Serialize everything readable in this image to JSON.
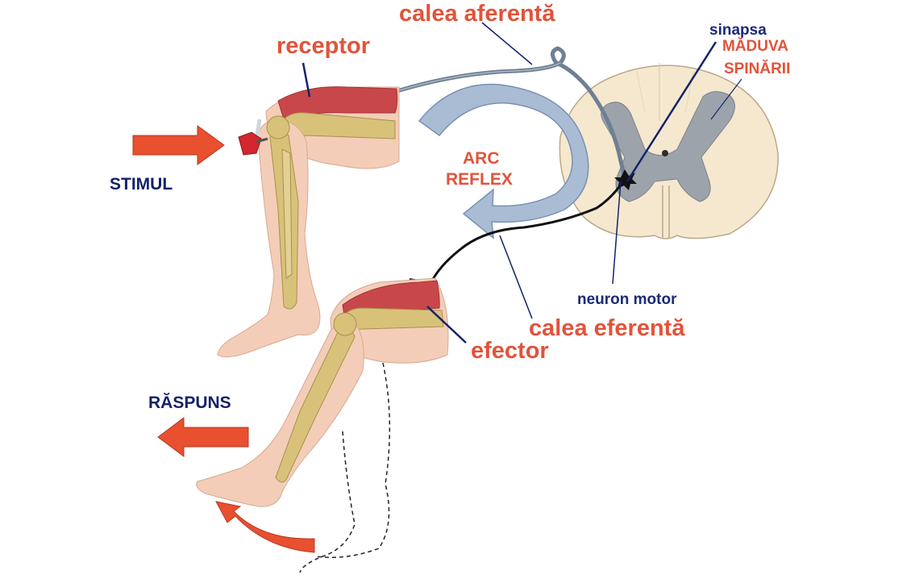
{
  "labels": {
    "calea_aferenta": "calea aferentă",
    "receptor": "receptor",
    "sinapsa": "sinapsa",
    "maduva_line1": "MĂDUVA",
    "maduva_line2": "SPINĂRII",
    "stimul": "STIMUL",
    "arc_line1": "ARC",
    "arc_line2": "REFLEX",
    "neuron_motor": "neuron motor",
    "calea_eferenta": "calea eferentă",
    "efector": "efector",
    "raspuns": "RĂSPUNS"
  },
  "colors": {
    "label_red": "#e2533a",
    "label_navy": "#13236b",
    "arrow_red": "#e8502f",
    "reflex_arrow": "#9fb3cc",
    "bone": "#d8c27a",
    "skin": "#f4cdb8",
    "muscle": "#c8474b",
    "spinal_cord": "#f5e8cf",
    "grey_matter": "#9da3ab",
    "afferent_nerve": "#6f7f93",
    "efferent_nerve": "#111111"
  }
}
